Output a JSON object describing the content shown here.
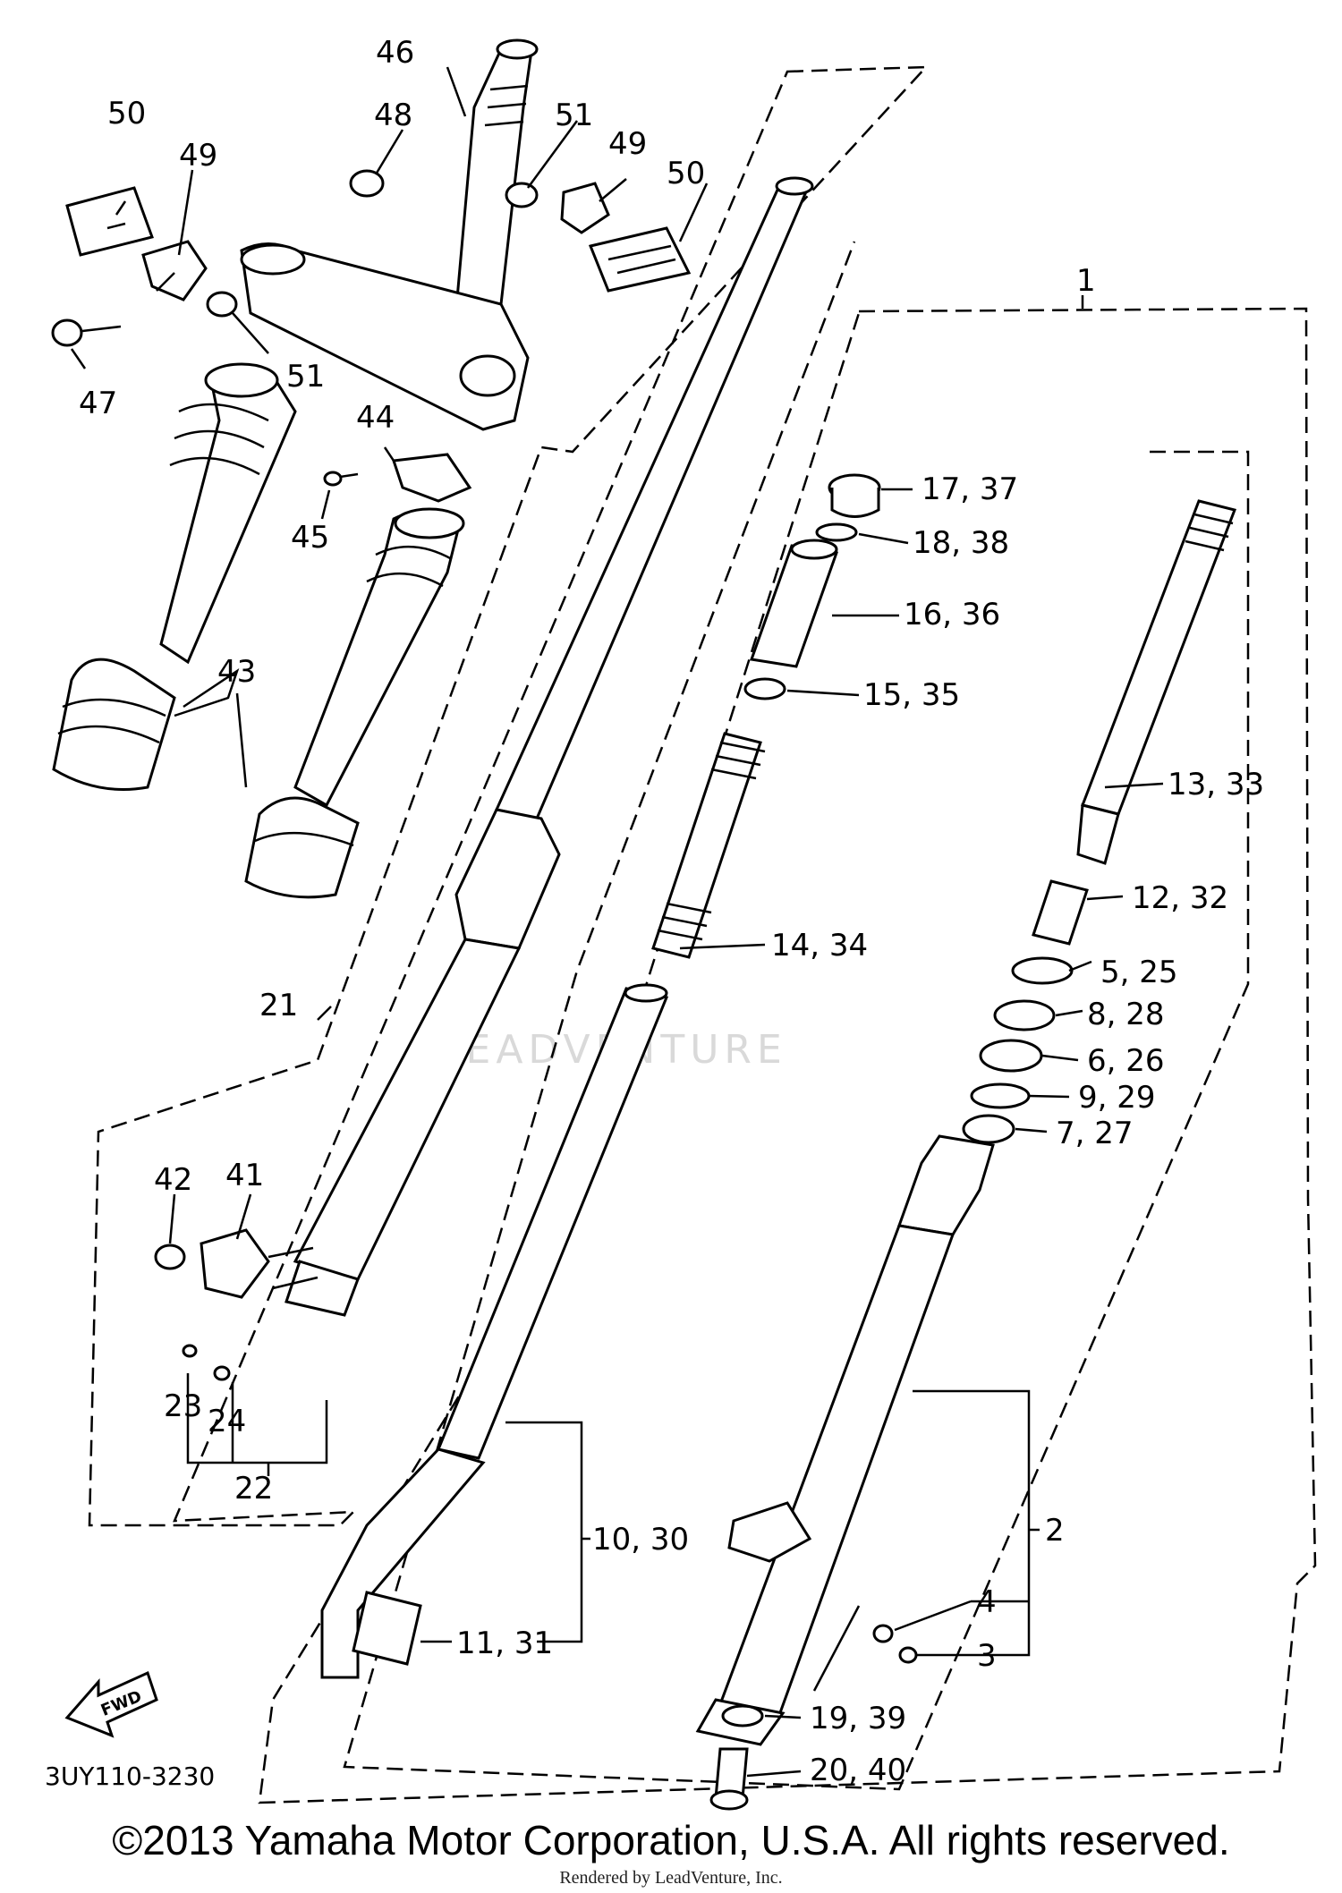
{
  "diagram_code": "3UY110-3230",
  "fwd_label": "FWD",
  "watermark": "LEADVENTURE",
  "copyright": "©2013 Yamaha Motor Corporation, U.S.A. All rights reserved.",
  "rendered_by": "Rendered by LeadVenture, Inc.",
  "callouts": {
    "c1": "1",
    "c2": "2",
    "c3": "3",
    "c4": "4",
    "c5": "5, 25",
    "c6": "6, 26",
    "c7": "7, 27",
    "c8": "8, 28",
    "c9": "9, 29",
    "c10": "10, 30",
    "c11": "11, 31",
    "c12": "12, 32",
    "c13": "13, 33",
    "c14": "14, 34",
    "c15": "15, 35",
    "c16": "16, 36",
    "c17": "17, 37",
    "c18": "18, 38",
    "c19": "19, 39",
    "c20": "20, 40",
    "c21": "21",
    "c22": "22",
    "c23": "23",
    "c24": "24",
    "c41": "41",
    "c42": "42",
    "c43": "43",
    "c44": "44",
    "c45": "45",
    "c46": "46",
    "c47": "47",
    "c48": "48",
    "c49a": "49",
    "c49b": "49",
    "c50a": "50",
    "c50b": "50",
    "c51a": "51",
    "c51b": "51"
  }
}
